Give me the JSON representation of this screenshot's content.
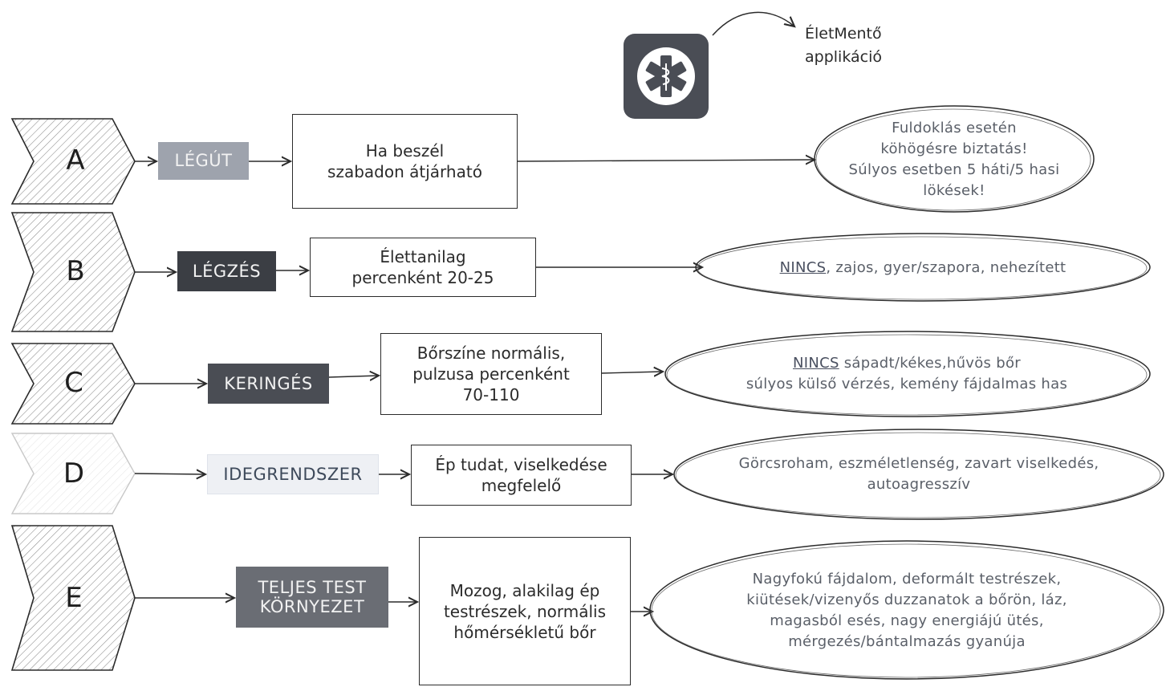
{
  "app": {
    "label_line1": "ÉletMentő",
    "label_line2": "applikáció",
    "icon": "star-of-life-icon"
  },
  "rows": [
    {
      "letter": "A",
      "tag": "LÉGÚT",
      "box": "Ha beszél\nszabadon átjárható",
      "outcome_prefix": "",
      "outcome": "Fuldoklás esetén\nköhögésre biztatás!\nSúlyos esetben 5 háti/5 hasi\nlökések!"
    },
    {
      "letter": "B",
      "tag": "LÉGZÉS",
      "box": "Élettanilag\npercenként 20-25",
      "outcome_prefix": "NINCS",
      "outcome": ", zajos, gyer/szapora, nehezített"
    },
    {
      "letter": "C",
      "tag": "KERINGÉS",
      "box": "Bőrszíne normális,\npulzusa percenként\n70-110",
      "outcome_prefix": "NINCS",
      "outcome": " sápadt/kékes,hűvös bőr\nsúlyos külső vérzés, kemény fájdalmas has"
    },
    {
      "letter": "D",
      "tag": "IDEGRENDSZER",
      "box": "Ép tudat, viselkedése\nmegfelelő",
      "outcome_prefix": "",
      "outcome": "Görcsroham, eszméletlenség, zavart viselkedés,\nautoagresszív"
    },
    {
      "letter": "E",
      "tag": "TELJES TEST\nKÖRNYEZET",
      "box": "Mozog, alakilag ép\ntestrészek, normális\nhőmérsékletű bőr",
      "outcome_prefix": "",
      "outcome": "Nagyfokú fájdalom, deformált testrészek,\nkiütések/vizenyős duzzanatok a bőrön, láz,\nmagasból esés, nagy energiájú ütés,\nmérgezés/bántalmazás gyanúja"
    }
  ]
}
